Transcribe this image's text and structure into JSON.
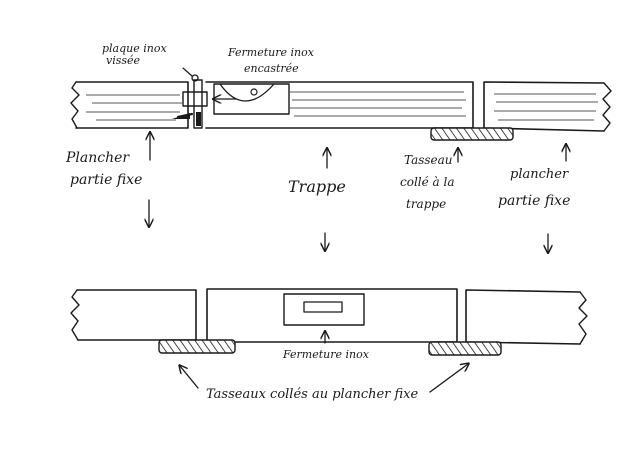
{
  "labels": {
    "plaque": [
      "plaque inox",
      "vissée"
    ],
    "fermeture_top": [
      "Fermeture inox",
      "encastrée"
    ],
    "plancher_left": [
      "Plancher",
      "partie fixe"
    ],
    "trappe": "Trappe",
    "tasseau": [
      "Tasseau",
      "collé à la",
      "trappe"
    ],
    "plancher_right": [
      "plancher",
      "partie fixe"
    ],
    "fermeture_bottom": "Fermeture inox",
    "tasseaux": "Tasseaux collés au plancher fixe"
  }
}
